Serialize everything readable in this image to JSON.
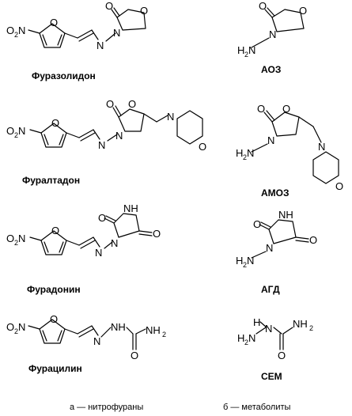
{
  "atoms": {
    "O": "O",
    "N": "N",
    "NH": "NH",
    "HN": "HN",
    "H": "H",
    "two": "2",
    "O2N_prefix": "O",
    "O2N_suffix": "N",
    "NH2_main": "NH",
    "NH2_sub": "2",
    "H2N_main": "N",
    "H2_prefix": "H",
    "H2_sub": "2"
  },
  "compounds": {
    "furazolidone": "Фуразолидон",
    "furaltadone": "Фуралтадон",
    "furadonin": "Фурадонин",
    "furacilin": "Фурацилин"
  },
  "metabolites": {
    "aoz": "АОЗ",
    "amoz": "АМОЗ",
    "agd": "АГД",
    "sem": "СЕМ"
  },
  "captions": {
    "left": "а — нитрофураны",
    "right": "б — метаболиты"
  }
}
